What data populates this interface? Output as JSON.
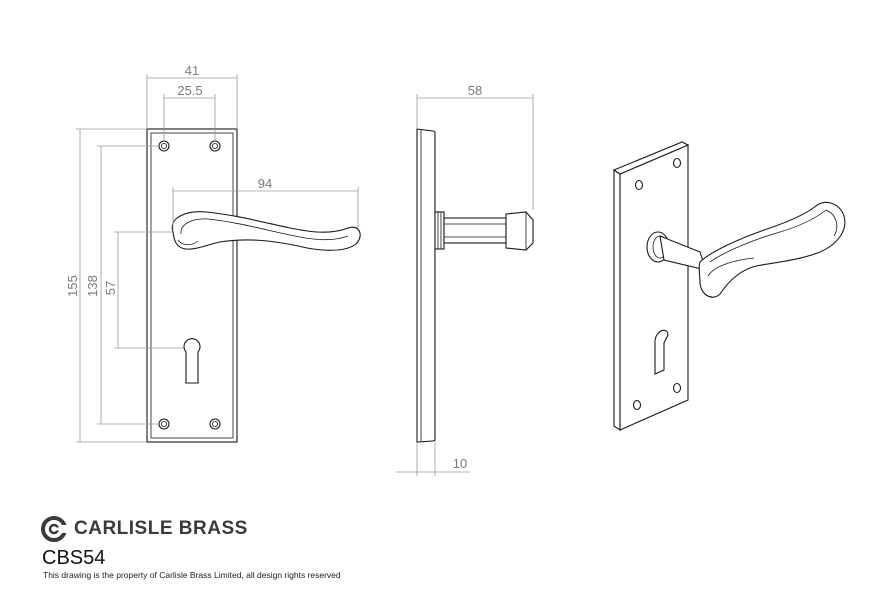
{
  "dimensions": {
    "plate_width": "41",
    "fixing_centres_horizontal": "25.5",
    "lever_length": "94",
    "projection": "58",
    "plate_height": "155",
    "fixing_centres_vertical": "138",
    "lever_to_keyhole": "57",
    "plate_thickness": "10"
  },
  "brand": {
    "name": "CARLISLE BRASS",
    "logo_icon": "carlisle-brass-c-logo",
    "color": "#3a3a3a"
  },
  "product_code": "CBS54",
  "notice": "This drawing is the property of Carlisle Brass Limited, all design rights reserved"
}
